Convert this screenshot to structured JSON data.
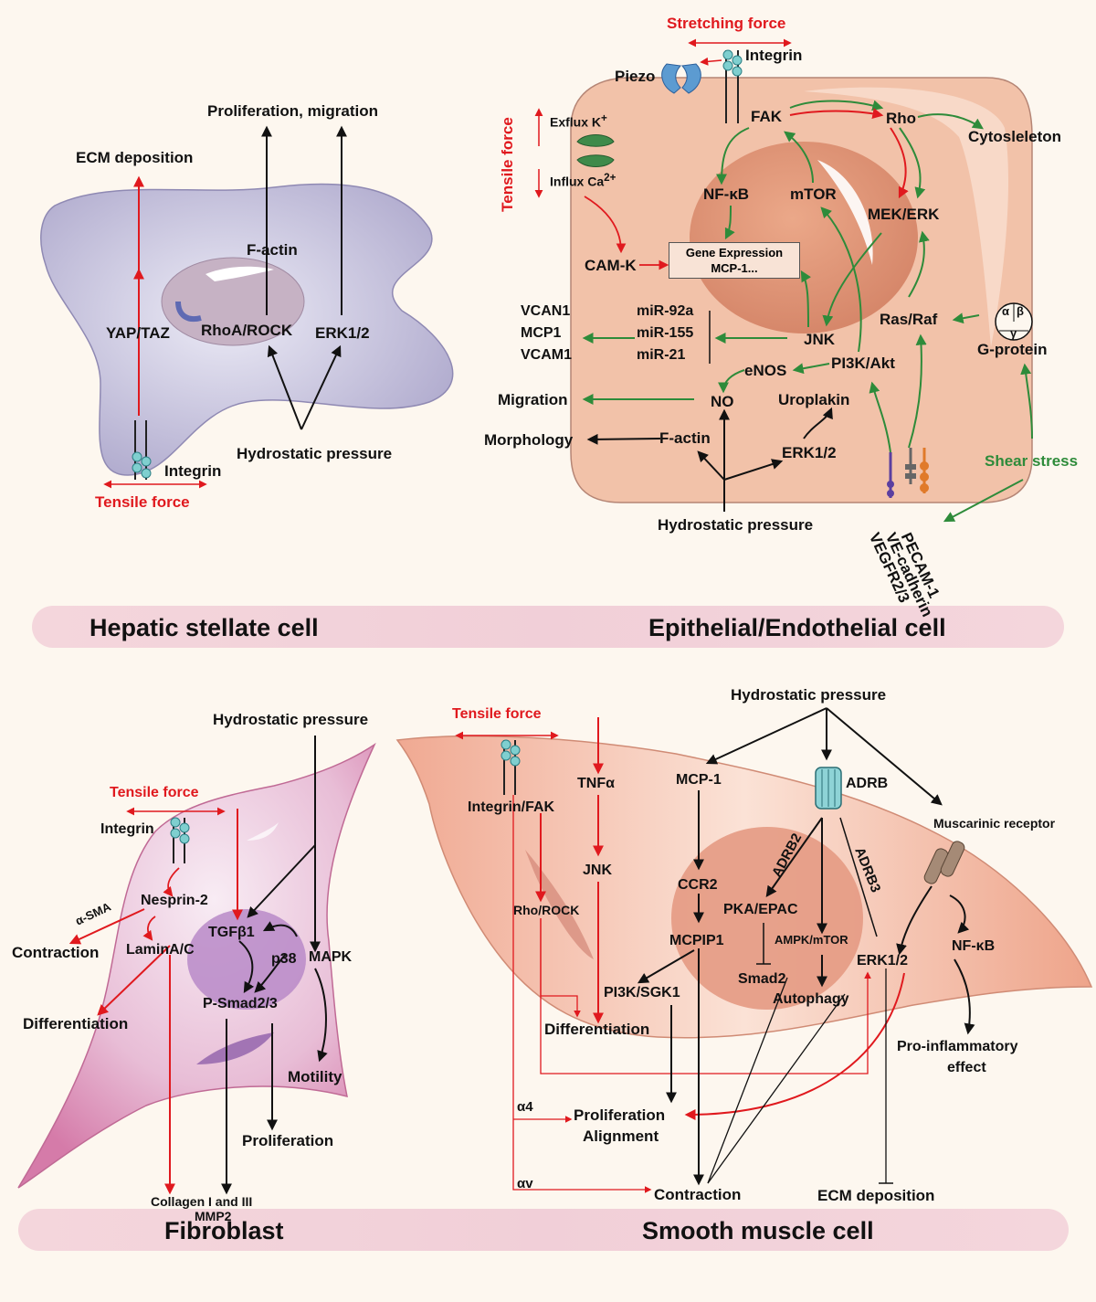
{
  "panels": {
    "hsc": {
      "title": "Hepatic stellate cell"
    },
    "endo": {
      "title": "Epithelial/Endothelial cell"
    },
    "fibro": {
      "title": "Fibroblast"
    },
    "smc": {
      "title": "Smooth muscle cell"
    }
  },
  "hsc": {
    "ecm": "ECM deposition",
    "prolif": "Proliferation, migration",
    "factin": "F-actin",
    "yap": "YAP/TAZ",
    "rhoa": "RhoA/ROCK",
    "erk": "ERK1/2",
    "integrin": "Integrin",
    "hydro": "Hydrostatic pressure",
    "tensile": "Tensile force"
  },
  "endo": {
    "stretch": "Stretching force",
    "integrin": "Integrin",
    "piezo": "Piezo",
    "efflux": "Exflux K",
    "efflux_sup": "+",
    "influx": "Influx Ca",
    "influx_sup": "2+",
    "tensile": "Tensile force",
    "fak": "FAK",
    "rho": "Rho",
    "cyto": "Cytosleleton",
    "nfkb": "NF-κB",
    "mtor": "mTOR",
    "mekerk": "MEK/ERK",
    "camk": "CAM-K",
    "gene1": "Gene Expression",
    "gene2": "MCP-1...",
    "vcan1": "VCAN1",
    "mcp1": "MCP1",
    "vcam1": "VCAM1",
    "mir92": "miR-92a",
    "mir155": "miR-155",
    "mir21": "miR-21",
    "jnk": "JNK",
    "rasraf": "Ras/Raf",
    "enos": "eNOS",
    "pi3k": "PI3K/Akt",
    "alpha": "α",
    "beta": "β",
    "gamma": "γ",
    "gprotein": "G-protein",
    "migration": "Migration",
    "no": "NO",
    "uroplakin": "Uroplakin",
    "morphology": "Morphology",
    "factin": "F-actin",
    "erk": "ERK1/2",
    "shear": "Shear stress",
    "hydro": "Hydrostatic pressure",
    "pecam": "PECAM-1",
    "vecad": "VE-cadherin",
    "vegfr": "VEGFR2/3"
  },
  "fibro": {
    "hydro": "Hydrostatic pressure",
    "tensile": "Tensile force",
    "integrin": "Integrin",
    "nesprin": "Nesprin-2",
    "asma": "α-SMA",
    "contraction": "Contraction",
    "lamin": "LaminA/C",
    "tgf": "TGFβ1",
    "p38": "p38",
    "mapk": "MAPK",
    "psmad": "P-Smad2/3",
    "diff": "Differentiation",
    "motility": "Motility",
    "prolif": "Proliferation",
    "collagen": "Collagen I and III",
    "mmp2": "MMP2"
  },
  "smc": {
    "tensile": "Tensile force",
    "hydro": "Hydrostatic pressure",
    "intfak": "Integrin/FAK",
    "tnfa": "TNFα",
    "mcp1": "MCP-1",
    "adrb": "ADRB",
    "muscarinic": "Muscarinic receptor",
    "jnk": "JNK",
    "rhorock": "Rho/ROCK",
    "ccr2": "CCR2",
    "adrb2": "ADRB2",
    "adrb3": "ADRB3",
    "pka": "PKA/EPAC",
    "ampk": "AMPK/mTOR",
    "mcpip1": "MCPIP1",
    "nfkb": "NF-κB",
    "pi3k": "PI3K/SGK1",
    "smad2": "Smad2",
    "erk": "ERK1/2",
    "autophagy": "Autophagy",
    "diff": "Differentiation",
    "proinf1": "Pro-inflammatory",
    "proinf2": "effect",
    "a4": "α4",
    "prolif": "Proliferation",
    "align": "Alignment",
    "av": "αv",
    "contraction": "Contraction",
    "ecm": "ECM deposition"
  }
}
